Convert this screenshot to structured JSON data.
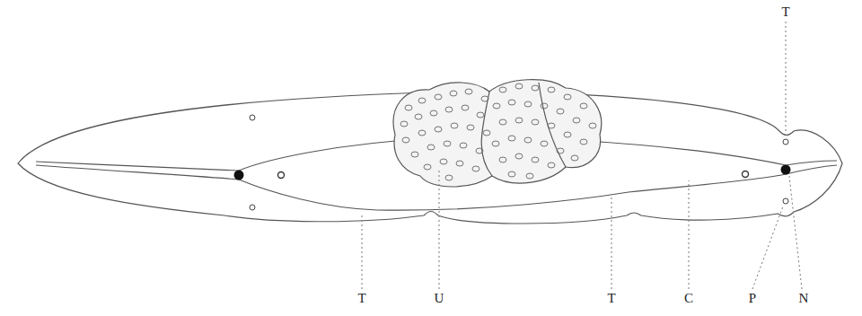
{
  "diagram": {
    "labels": [
      "T",
      "T",
      "U",
      "T",
      "C",
      "P",
      "N"
    ]
  }
}
